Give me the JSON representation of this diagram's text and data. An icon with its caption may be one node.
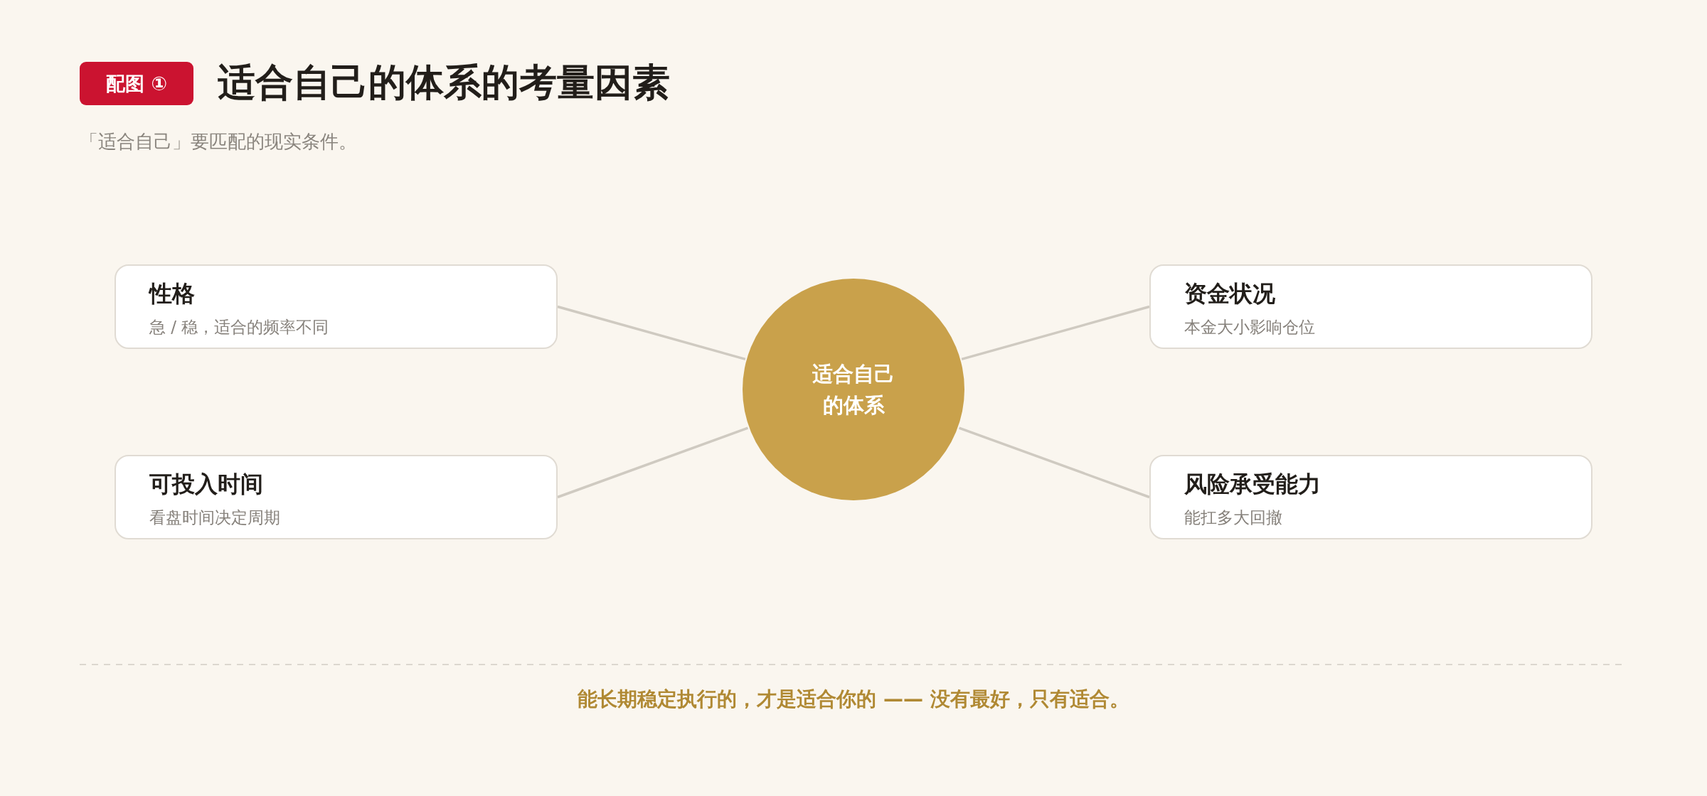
{
  "diagram": {
    "title": "适合自己的体系的考量因素",
    "nodes": [
      {
        "text": [
          "配图 ①"
        ]
      },
      {
        "text": [
          "性格",
          "急 / 稳，适合的频率不同"
        ]
      },
      {
        "text": [
          "资金状况",
          "本金大小影响仓位"
        ]
      },
      {
        "text": [
          "适合自己的体系"
        ]
      },
      {
        "text": [
          "可投入时间",
          "看盘时间决定周期"
        ]
      },
      {
        "text": [
          "风险承受能力",
          "能扛多大回撤"
        ]
      }
    ],
    "edges": [
      {
        "from": 3,
        "to": 1,
        "arrow": "none"
      },
      {
        "from": 3,
        "to": 2,
        "arrow": "none"
      },
      {
        "from": 3,
        "to": 4,
        "arrow": "none"
      },
      {
        "from": 3,
        "to": 5,
        "arrow": "none"
      }
    ],
    "labels": [
      "「适合自己」要匹配的现实条件。",
      "能长期稳定执行的，才是适合你的 —— 没有最好，只有适合。"
    ]
  }
}
